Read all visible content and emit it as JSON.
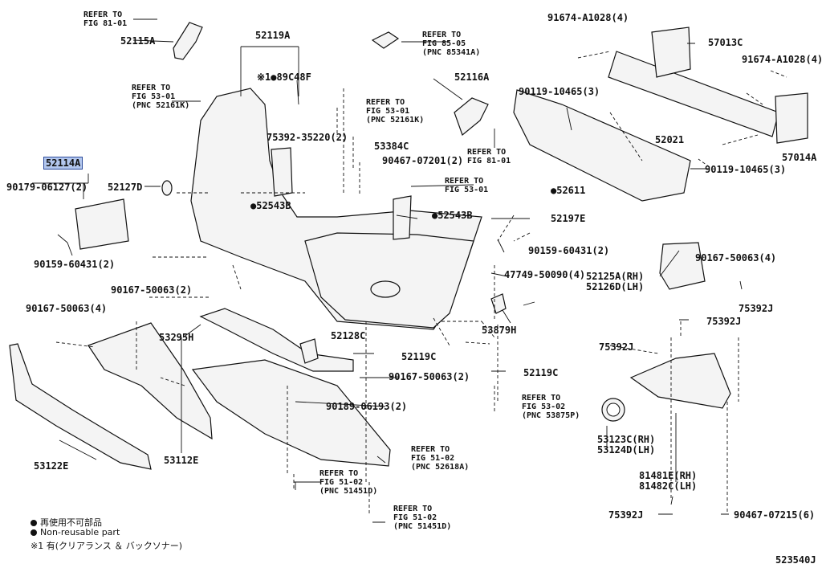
{
  "labels": {
    "refer_fig_81_01_a": "REFER TO\nFIG 81-01",
    "p52115A": "52115A",
    "p52119A": "52119A",
    "p89C48F": "※1●89C48F",
    "refer_fig_85_05": "REFER TO\nFIG 85-05\n(PNC 85341A)",
    "p91674_top": "91674-A1028(4)",
    "p57013C": "57013C",
    "p91674_right": "91674-A1028(4)",
    "refer_fig_53_01_a": "REFER TO\nFIG 53-01\n(PNC 52161K)",
    "refer_fig_53_01_b": "REFER TO\nFIG 53-01\n(PNC 52161K)",
    "p52116A": "52116A",
    "p90119_a": "90119-10465(3)",
    "p75392_35220": "75392-35220(2)",
    "p53384C": "53384C",
    "refer_fig_81_01_b": "REFER TO\nFIG 81-01",
    "p52021": "52021",
    "p57014A": "57014A",
    "p52114A": "52114A",
    "p90467_07201": "90467-07201(2)",
    "p90119_b": "90119-10465(3)",
    "p90179": "90179-06127(2)",
    "p52127D": "52127D",
    "refer_fig_53_01_c": "REFER TO\nFIG 53-01",
    "p52611": "●52611",
    "p52543B_a": "●52543B",
    "p52543B_b": "●52543B",
    "p52197E": "52197E",
    "p90159_a": "90159-60431(2)",
    "p90159_b": "90159-60431(2)",
    "p90167_a": "90167-50063(4)",
    "p52125A": "52125A(RH)",
    "p52126D": "52126D(LH)",
    "p47749": "47749-50090(4)",
    "p90167_b": "90167-50063(2)",
    "p90167_c": "90167-50063(4)",
    "p75392J_a": "75392J",
    "p75392J_b": "75392J",
    "p53879H": "53879H",
    "p53295H": "53295H",
    "p52128C": "52128C",
    "p75392J_c": "75392J",
    "p52119C_a": "52119C",
    "p52119C_b": "52119C",
    "p90167_d": "90167-50063(2)",
    "refer_fig_53_02": "REFER TO\nFIG 53-02\n(PNC 53875P)",
    "p90189": "90189-06193(2)",
    "p53123C": "53123C(RH)",
    "p53124D": "53124D(LH)",
    "p53122E": "53122E",
    "p53112E": "53112E",
    "refer_fig_51_02_a": "REFER TO\nFIG 51-02\n(PNC 52618A)",
    "p81481E": "81481E(RH)",
    "p81482C": "81482C(LH)",
    "refer_fig_51_02_b": "REFER TO\nFIG 51-02\n(PNC 51451D)",
    "refer_fig_51_02_c": "REFER TO\nFIG 51-02\n(PNC 51451D)",
    "p75392J_d": "75392J",
    "p90467_07215": "90467-07215(6)",
    "diagram_id": "523540J"
  },
  "legend": {
    "line1": "再使用不可部品",
    "line2": "Non-reusable part",
    "line3": "※1 有(クリアランス ＆ バックソナー)"
  },
  "colors": {
    "highlight_bg": "#b3c7ee",
    "highlight_border": "#2b4a9b",
    "ink": "#111111"
  }
}
